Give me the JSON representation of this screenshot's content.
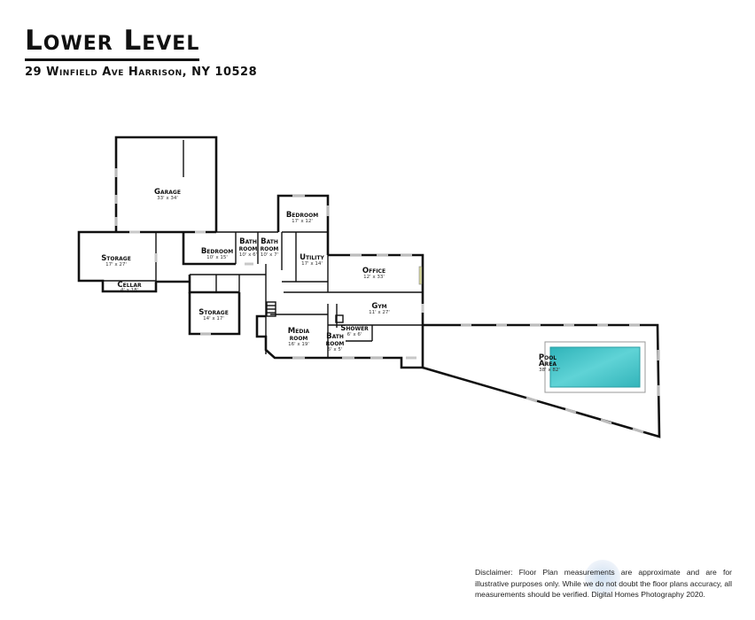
{
  "header": {
    "title": "Lower Level",
    "address": "29 Winfield Ave Harrison, NY 10528"
  },
  "rooms": {
    "garage": {
      "name": "Garage",
      "dims": "33' x 34'"
    },
    "storage_west": {
      "name": "Storage",
      "dims": "17' x 27'"
    },
    "cellar": {
      "name": "Cellar",
      "dims": "4' x 18'"
    },
    "bedroom_main": {
      "name": "Bedroom",
      "dims": "10' x 15'"
    },
    "bath1": {
      "name_line1": "Bath",
      "name_line2": "room",
      "dims": "10' x 6'"
    },
    "bath2": {
      "name_line1": "Bath",
      "name_line2": "room",
      "dims": "10' x 7'"
    },
    "bedroom_north": {
      "name": "Bedroom",
      "dims": "17' x 12'"
    },
    "utility": {
      "name": "Utility",
      "dims": "17' x 14'"
    },
    "office": {
      "name": "Office",
      "dims": "12' x 33'"
    },
    "storage_south": {
      "name": "Storage",
      "dims": "14' x 17'"
    },
    "gym": {
      "name": "Gym",
      "dims": "11' x 27'"
    },
    "media": {
      "name_line1": "Media",
      "name_line2": "room",
      "dims": "16' x 19'"
    },
    "shower": {
      "name": "Shower",
      "dims": "6' x 6'"
    },
    "bath3": {
      "name_line1": "Bath",
      "name_line2": "room",
      "dims": "5' x 5'"
    },
    "pool": {
      "name_line1": "Pool",
      "name_line2": "Area",
      "dims": "38' x 82'"
    }
  },
  "colors": {
    "wall": "#111111",
    "pool_water": "#3fbfc4",
    "pool_deck": "#ffffff"
  },
  "disclaimer": "Disclaimer: Floor Plan measurements are approximate and are for illustrative purposes only. While we do not doubt the floor plans accuracy, all measurements should be verified. Digital Homes Photography 2020."
}
